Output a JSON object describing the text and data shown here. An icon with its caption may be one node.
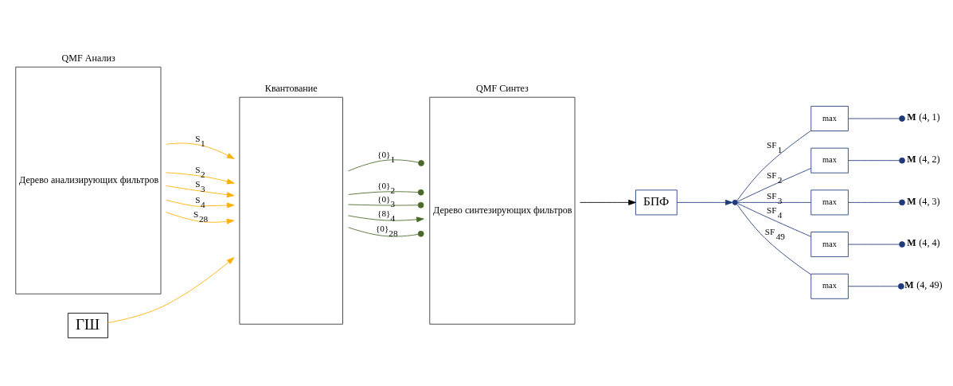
{
  "diagram": {
    "nodes": [
      {
        "text": [
          "QMF Анализ",
          "Дерево анализирующих фильтров"
        ]
      },
      {
        "text": [
          "Квантование"
        ]
      },
      {
        "text": [
          "ГШ"
        ]
      },
      {
        "text": [
          "QMF Синтез",
          "Дерево синтезирующих фильтров"
        ]
      },
      {
        "text": [
          "БПФ"
        ]
      },
      {
        "text": [],
        "shape": "circle"
      },
      {
        "text": [
          "max"
        ]
      },
      {
        "text": [
          "max"
        ]
      },
      {
        "text": [
          "max"
        ]
      },
      {
        "text": [
          "max"
        ]
      },
      {
        "text": [
          "max"
        ]
      },
      {
        "text": [
          "**M** (4, 1)"
        ]
      },
      {
        "text": [
          "**M** (4, 2)"
        ]
      },
      {
        "text": [
          "**M** (4, 3)"
        ]
      },
      {
        "text": [
          "**M** (4, 4)"
        ]
      },
      {
        "text": [
          "**M** (4, 49)"
        ]
      }
    ],
    "edges": [
      {
        "from": 0,
        "to": 1,
        "arrow": "to",
        "label": "S$_{1}$",
        "color": "#ffb000"
      },
      {
        "from": 0,
        "to": 1,
        "arrow": "to",
        "label": "S$_{2}$",
        "color": "#ffb000"
      },
      {
        "from": 0,
        "to": 1,
        "arrow": "to",
        "label": "S$_{3}$",
        "color": "#ffb000"
      },
      {
        "from": 0,
        "to": 1,
        "arrow": "to",
        "label": "S$_{4}$",
        "color": "#ffb000"
      },
      {
        "from": 0,
        "to": 1,
        "arrow": "to",
        "label": "S$_{28}$",
        "color": "#ffb000"
      },
      {
        "from": 2,
        "to": 1,
        "arrow": "to",
        "color": "#ffb000"
      },
      {
        "from": 1,
        "to": 3,
        "arrow": "other",
        "label": "{0}$_{1}$",
        "color": "#4a6a2a"
      },
      {
        "from": 1,
        "to": 3,
        "arrow": "other",
        "label": "{0}$_{2}$",
        "color": "#4a6a2a"
      },
      {
        "from": 1,
        "to": 3,
        "arrow": "other",
        "label": "{0}$_{3}$",
        "color": "#4a6a2a"
      },
      {
        "from": 1,
        "to": 3,
        "arrow": "to",
        "label": "{8}$_{4}$",
        "color": "#4a6a2a"
      },
      {
        "from": 1,
        "to": 3,
        "arrow": "other",
        "label": "{0}$_{28}$",
        "color": "#4a6a2a"
      },
      {
        "from": 3,
        "to": 4,
        "arrow": "to",
        "color": "#000000"
      },
      {
        "from": 4,
        "to": 5,
        "arrow": "to"
      },
      {
        "from": 5,
        "to": 6,
        "arrow": "none",
        "label": "SF$_{1}$"
      },
      {
        "from": 5,
        "to": 7,
        "arrow": "none",
        "label": "SF$_{2}$"
      },
      {
        "from": 5,
        "to": 8,
        "arrow": "none",
        "label": "SF$_{3}$"
      },
      {
        "from": 5,
        "to": 9,
        "arrow": "none",
        "label": "SF$_{4}$"
      },
      {
        "from": 5,
        "to": 10,
        "arrow": "none",
        "label": "SF$_{49}$"
      },
      {
        "from": 6,
        "to": 11,
        "arrow": "other"
      },
      {
        "from": 7,
        "to": 12,
        "arrow": "other"
      },
      {
        "from": 8,
        "to": 13,
        "arrow": "other"
      },
      {
        "from": 9,
        "to": 14,
        "arrow": "other"
      },
      {
        "from": 10,
        "to": 15,
        "arrow": "other"
      }
    ]
  }
}
